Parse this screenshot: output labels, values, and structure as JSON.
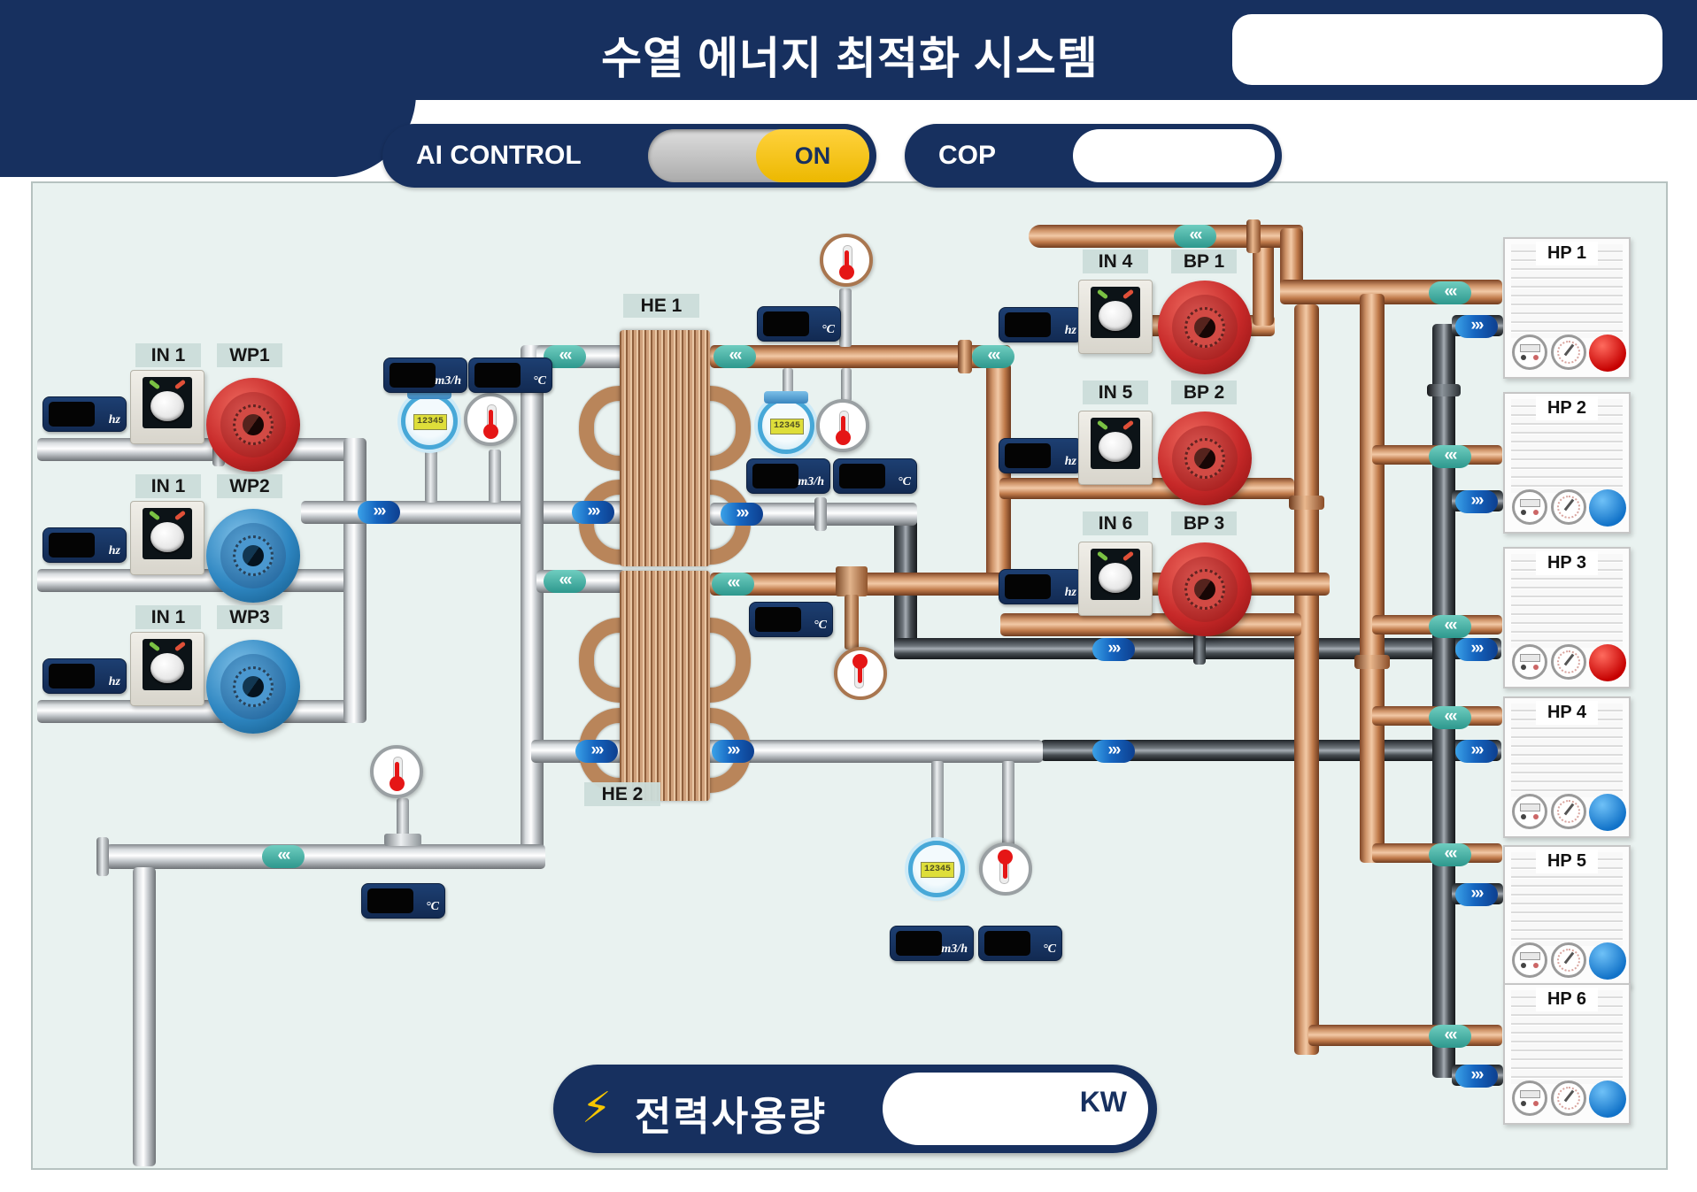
{
  "header": {
    "title": "수열 에너지 최적화 시스템",
    "status_display_value": "",
    "ai_control_label": "AI CONTROL",
    "ai_control_state": "ON",
    "cop_label": "COP",
    "cop_value": ""
  },
  "power": {
    "label": "전력사용량",
    "value": "",
    "unit": "KW"
  },
  "icons": {
    "flow_left": "‹‹‹",
    "flow_right": "›››",
    "lightning": "⚡"
  },
  "wp_group": [
    {
      "inverter": "IN 1",
      "pump": "WP1",
      "color": "red"
    },
    {
      "inverter": "IN 1",
      "pump": "WP2",
      "color": "blue"
    },
    {
      "inverter": "IN 1",
      "pump": "WP3",
      "color": "blue"
    }
  ],
  "bp_group": [
    {
      "inverter": "IN 4",
      "pump": "BP 1",
      "color": "red"
    },
    {
      "inverter": "IN 5",
      "pump": "BP 2",
      "color": "red"
    },
    {
      "inverter": "IN 6",
      "pump": "BP 3",
      "color": "red"
    }
  ],
  "heat_exchangers": [
    {
      "label": "HE 1"
    },
    {
      "label": "HE 2"
    }
  ],
  "heat_pumps": [
    {
      "label": "HP 1",
      "status": "red"
    },
    {
      "label": "HP 2",
      "status": "blue"
    },
    {
      "label": "HP 3",
      "status": "red"
    },
    {
      "label": "HP 4",
      "status": "blue"
    },
    {
      "label": "HP 5",
      "status": "blue"
    },
    {
      "label": "HP 6",
      "status": "blue"
    }
  ],
  "lcd": [
    {
      "value": "",
      "unit": "hz"
    },
    {
      "value": "",
      "unit": "hz"
    },
    {
      "value": "",
      "unit": "hz"
    },
    {
      "value": "",
      "unit": "m3/h"
    },
    {
      "value": "",
      "unit": "°C"
    },
    {
      "value": "",
      "unit": "°C"
    },
    {
      "value": "",
      "unit": "m3/h"
    },
    {
      "value": "",
      "unit": "°C"
    },
    {
      "value": "",
      "unit": "°C"
    },
    {
      "value": "",
      "unit": "hz"
    },
    {
      "value": "",
      "unit": "hz"
    },
    {
      "value": "",
      "unit": "hz"
    },
    {
      "value": "",
      "unit": "m3/h"
    },
    {
      "value": "",
      "unit": "°C"
    },
    {
      "value": "",
      "unit": "°C"
    }
  ],
  "sensor_screens": {
    "flow_meter_1": "12345",
    "flow_meter_2": "12345",
    "flow_meter_3": "12345"
  },
  "colors": {
    "navy": "#17305F",
    "panel_bg": "#E9F2F0",
    "accent_yellow": "#F5C40A",
    "pump_red": "#C62828",
    "pump_blue": "#2E86C1",
    "status_red": "#C50000",
    "status_blue": "#1172C8",
    "copper": "#C07A4A",
    "teal_arrow": "#2D988D",
    "blue_arrow": "#1565C0"
  }
}
